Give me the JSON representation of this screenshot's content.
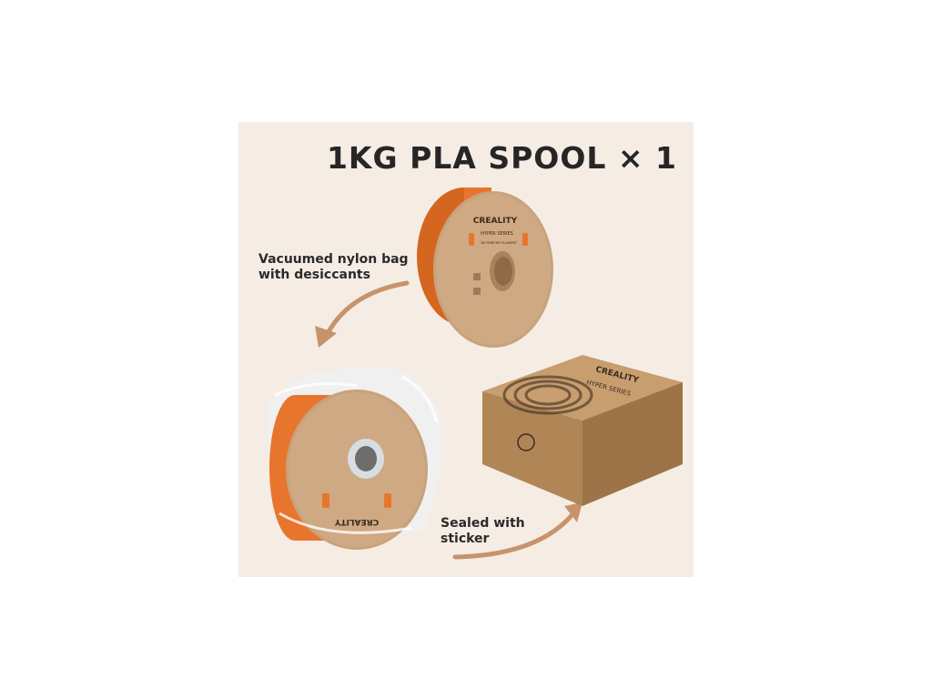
{
  "headline": "1KG PLA SPOOL × 1",
  "captions": {
    "bag": "Vacuumed nylon bag with desiccants",
    "sticker": "Sealed with sticker"
  },
  "product": {
    "brand": "CREALITY",
    "series": "HYPER SERIES",
    "sub_label": "3D PRINTER FILAMENT"
  },
  "colors": {
    "background": "#f5ede4",
    "filament": "#e8752e",
    "kraft": "#c8a27a",
    "arrow": "#c8936a",
    "text": "#262626"
  }
}
